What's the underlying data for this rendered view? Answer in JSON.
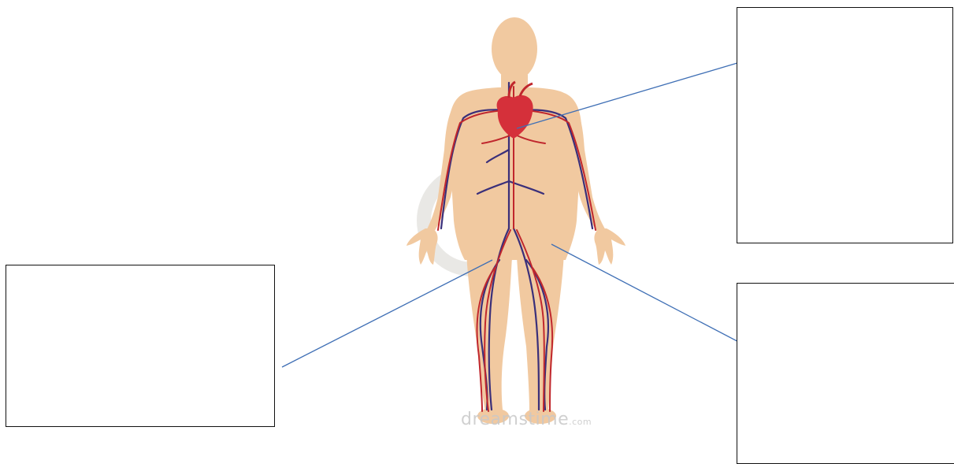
{
  "diagram": {
    "figure": "human-body-circulatory-system",
    "colors": {
      "skin": "#f1c9a0",
      "skin_shadow": "#e8b98c",
      "artery": "#c0272d",
      "vein": "#3a2f7a",
      "heart": "#d5303a",
      "leader_line": "#3f6fb5",
      "box_border": "#111111",
      "watermark_circle": "#e4e2de"
    },
    "label_boxes": [
      {
        "id": "heart",
        "text": ""
      },
      {
        "id": "vessel-right",
        "text": ""
      },
      {
        "id": "vessel-left",
        "text": ""
      }
    ],
    "watermark": {
      "text": "dreamstime",
      "suffix": ".com"
    }
  }
}
